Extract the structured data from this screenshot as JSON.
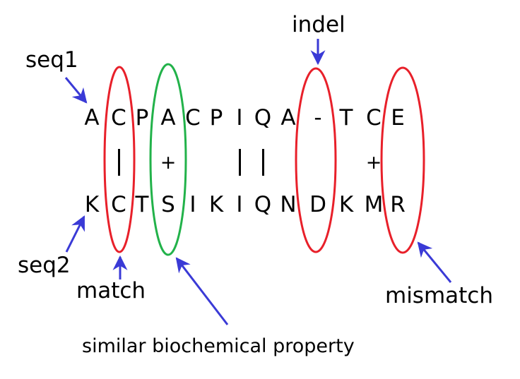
{
  "labels": {
    "seq1": "seq1",
    "seq2": "seq2",
    "indel": "indel",
    "match": "match",
    "mismatch": "mismatch",
    "similar": "similar biochemical property"
  },
  "seq1": [
    "A",
    "C",
    "P",
    "A",
    "C",
    "P",
    "I",
    "Q",
    "A",
    "-",
    "T",
    "C",
    "E"
  ],
  "seq2": [
    "K",
    "C",
    "T",
    "S",
    "I",
    "K",
    "I",
    "Q",
    "N",
    "D",
    "K",
    "M",
    "R"
  ],
  "symbols": [
    "",
    "|",
    "",
    "+",
    "",
    "",
    "|",
    "|",
    "",
    "",
    "",
    "+",
    ""
  ],
  "colors": {
    "arrow": "#3a3ad6",
    "mismatch_ellipse": "#e8202a",
    "similar_ellipse": "#22b24a",
    "text": "#000000"
  }
}
